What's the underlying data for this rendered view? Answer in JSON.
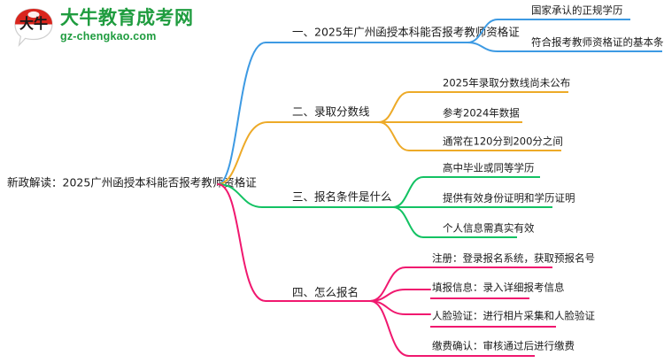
{
  "logo": {
    "mark_text": "大牛",
    "title": "大牛教育成考网",
    "subtitle": "gz-chengkao.com",
    "brand_green": "#1f9c3f",
    "brand_red": "#d9251d"
  },
  "mindmap": {
    "root": {
      "label": "新政解读：2025广州函授本科能否报考教师资格证"
    },
    "branches": [
      {
        "label": "一、2025年广州函授本科能否报考教师资格证",
        "color": "#3d9ae3",
        "children": [
          {
            "label": "国家承认的正规学历"
          },
          {
            "label": "符合报考教师资格证的基本条件"
          }
        ]
      },
      {
        "label": "二、录取分数线",
        "color": "#edaa28",
        "children": [
          {
            "label": "2025年录取分数线尚未公布"
          },
          {
            "label": "参考2024年数据"
          },
          {
            "label": "通常在120分到200分之间"
          }
        ]
      },
      {
        "label": "三、报名条件是什么",
        "color": "#13c263",
        "children": [
          {
            "label": "高中毕业或同等学历"
          },
          {
            "label": "提供有效身份证明和学历证明"
          },
          {
            "label": "个人信息需真实有效"
          }
        ]
      },
      {
        "label": "四、怎么报名",
        "color": "#f0186f",
        "children": [
          {
            "label": "注册：登录报名系统，获取预报名号"
          },
          {
            "label": "填报信息：录入详细报考信息"
          },
          {
            "label": "人脸验证：进行相片采集和人脸验证"
          },
          {
            "label": "缴费确认：审核通过后进行缴费"
          }
        ]
      }
    ]
  }
}
